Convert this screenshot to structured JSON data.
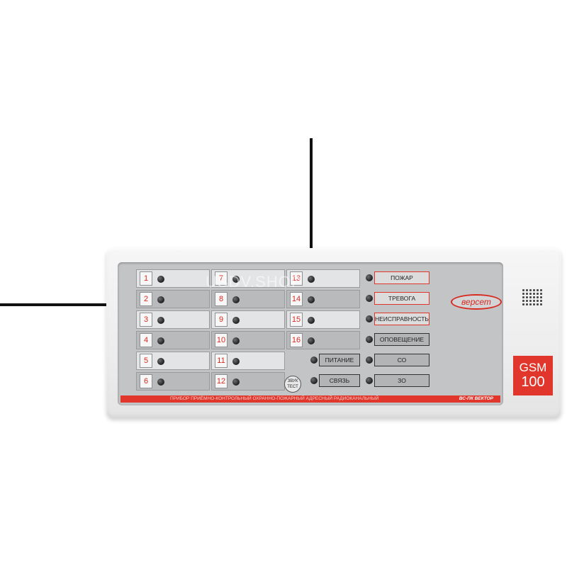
{
  "zones_col1": [
    "1",
    "2",
    "3",
    "4",
    "5",
    "6"
  ],
  "zones_col2": [
    "7",
    "8",
    "9",
    "10",
    "11",
    "12"
  ],
  "zones_col3": [
    "13",
    "14",
    "15",
    "16"
  ],
  "status_right": [
    "ПОЖАР",
    "ТРЕВОГА",
    "НЕИСПРАВНОСТЬ",
    "ОПОВЕЩЕНИЕ",
    "СО",
    "ЗО"
  ],
  "status_mid": [
    "ПИТАНИЕ",
    "СВЯЗЬ"
  ],
  "brand": "версет",
  "test_button": {
    "line1": "ЗВУК",
    "line2": "ТЕСТ"
  },
  "strip_text": "ПРИБОР ПРИЁМНО-КОНТРОЛЬНЫЙ ОХРАННО-ПОЖАРНЫЙ АДРЕСНЫЙ РАДИОКАНАЛЬНЫЙ",
  "model": "ВС-ПК ВЕКТОР",
  "gsm": {
    "line1": "GSM",
    "line2": "100"
  },
  "watermark": "USDV.SHOP",
  "colors": {
    "accent_red": "#e0362b",
    "panel_gray": "#c3c4c6"
  }
}
